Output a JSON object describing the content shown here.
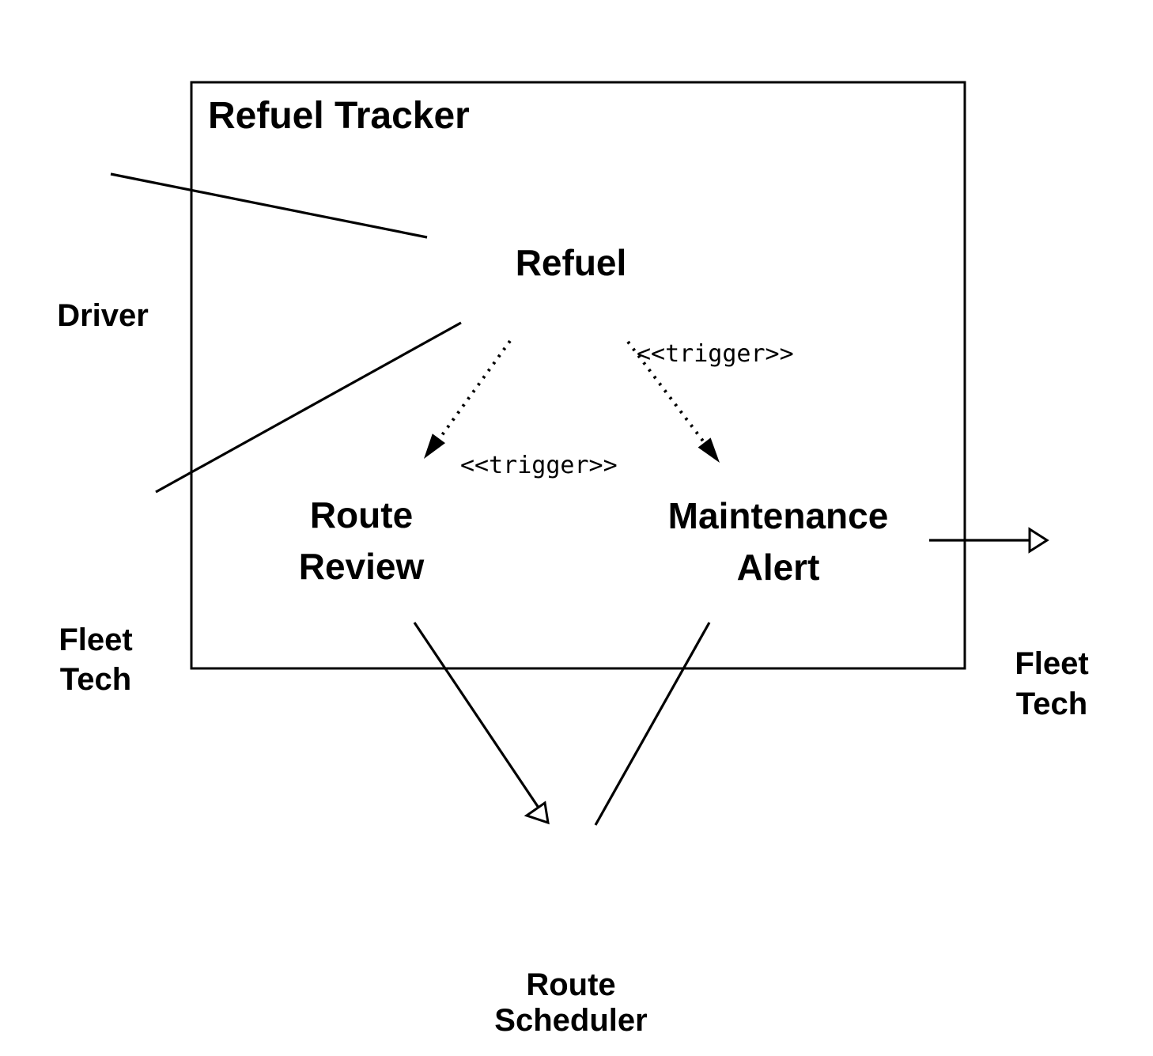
{
  "diagram_type": "UML use case diagram",
  "colors": {
    "stroke": "#000000",
    "background": "#ffffff",
    "node_fill": "#ffffff"
  },
  "system_boundary": {
    "title": "Refuel Tracker"
  },
  "actors": {
    "driver": {
      "label": "Driver"
    },
    "fleet_tech_left": {
      "line1": "Fleet",
      "line2": "Tech"
    },
    "fleet_tech_right": {
      "line1": "Fleet",
      "line2": "Tech"
    },
    "route_scheduler": {
      "line1": "Route",
      "line2": "Scheduler"
    }
  },
  "use_cases": {
    "refuel": {
      "label": "Refuel"
    },
    "route_review": {
      "line1": "Route",
      "line2": "Review"
    },
    "maintenance_alert": {
      "line1": "Maintenance",
      "line2": "Alert"
    }
  },
  "relationships": [
    {
      "from": "Driver",
      "to": "Refuel",
      "type": "association",
      "line": "solid",
      "arrow": "none"
    },
    {
      "from": "Fleet Tech (left)",
      "to": "Refuel",
      "type": "association",
      "line": "solid",
      "arrow": "none"
    },
    {
      "from": "Refuel",
      "to": "Route Review",
      "type": "dependency",
      "stereotype": "<<trigger>>",
      "line": "dotted",
      "arrow": "filled"
    },
    {
      "from": "Refuel",
      "to": "Maintenance Alert",
      "type": "dependency",
      "stereotype": "<<trigger>>",
      "line": "dotted",
      "arrow": "filled"
    },
    {
      "from": "Maintenance Alert",
      "to": "Fleet Tech (right)",
      "type": "directed association",
      "line": "solid",
      "arrow": "open-triangle"
    },
    {
      "from": "Route Review",
      "to": "Route Scheduler",
      "type": "directed association",
      "line": "solid",
      "arrow": "open-triangle"
    },
    {
      "from": "Maintenance Alert",
      "to": "Route Scheduler",
      "type": "association",
      "line": "solid",
      "arrow": "none"
    }
  ]
}
